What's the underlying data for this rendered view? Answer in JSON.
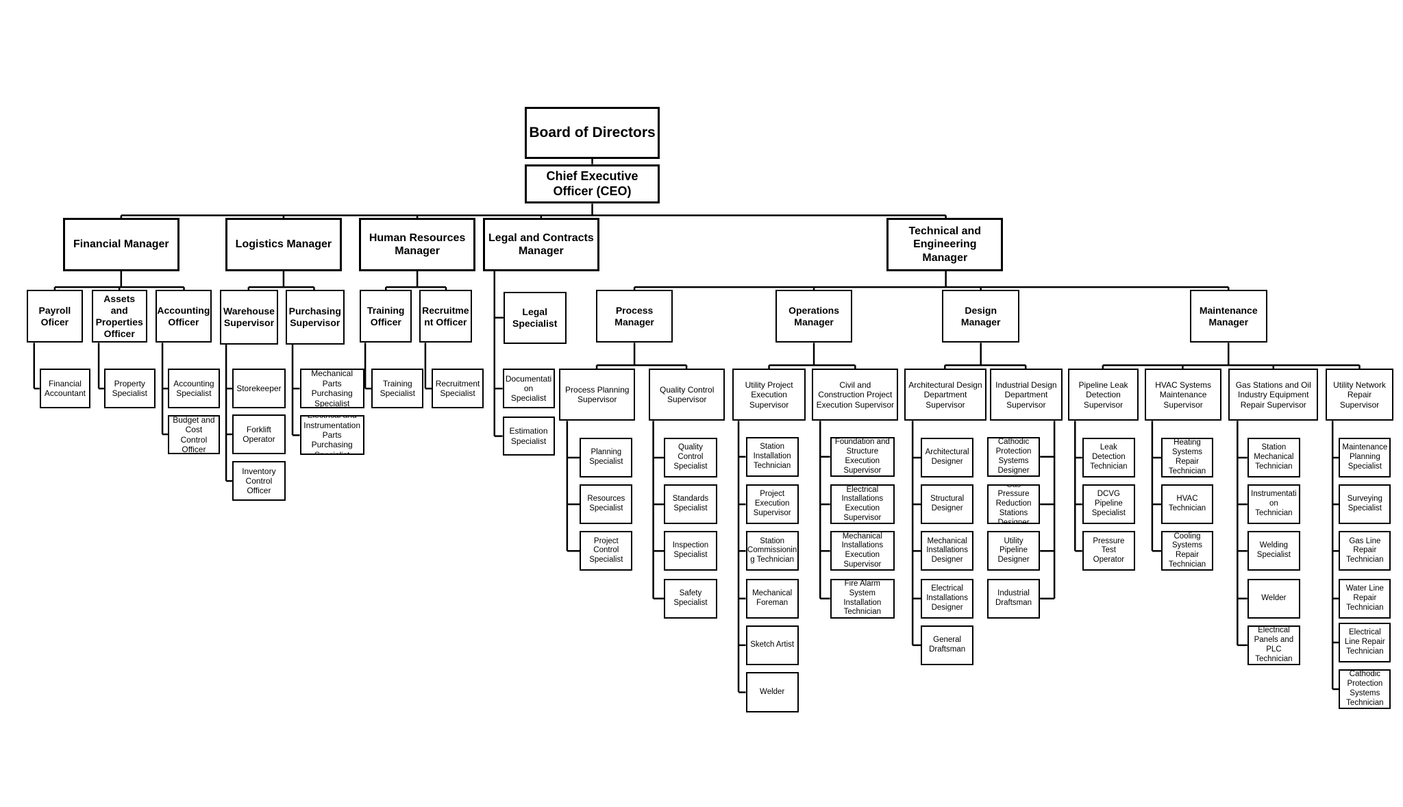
{
  "board": "Board of Directors",
  "ceo": "Chief Executive Officer (CEO)",
  "managers": {
    "financial": "Financial Manager",
    "logistics": "Logistics Manager",
    "hr": "Human Resources Manager",
    "legal": "Legal and Contracts Manager",
    "technical": "Technical and Engineering Manager"
  },
  "financial": {
    "payroll": "Payroll Oficer",
    "assets": "Assets and Properties Officer",
    "accounting": "Accounting Officer",
    "financial_accountant": "Financial Accountant",
    "property_specialist": "Property Specialist",
    "accounting_specialist": "Accounting Specialist",
    "budget_officer": "Budget and Cost Control Officer"
  },
  "logistics": {
    "warehouse": "Warehouse Supervisor",
    "purchasing": "Purchasing Supervisor",
    "storekeeper": "Storekeeper",
    "forklift": "Forklift Operator",
    "inventory": "Inventory Control Officer",
    "mech_parts": "Mechanical Parts Purchasing Specialist",
    "elec_parts": "Electrical and Instrumentation Parts Purchasing Specialist"
  },
  "hr": {
    "training_officer": "Training Officer",
    "recruitment_officer": "Recruitme nt Officer",
    "training_specialist": "Training Specialist",
    "recruitment_specialist": "Recruitment Specialist"
  },
  "legal": {
    "legal_specialist": "Legal Specialist",
    "documentation": "Documentati on Specialist",
    "estimation": "Estimation Specialist"
  },
  "technical": {
    "process_manager": "Process Manager",
    "operations_manager": "Operations Manager",
    "design_manager": "Design Manager",
    "maintenance_manager": "Maintenance Manager"
  },
  "process": {
    "planning_supervisor": "Process Planning Supervisor",
    "qc_supervisor": "Quality Control Supervisor",
    "planning": [
      "Planning Specialist",
      "Resources Specialist",
      "Project Control Specialist"
    ],
    "qc": [
      "Quality Control Specialist",
      "Standards Specialist",
      "Inspection Specialist",
      "Safety Specialist"
    ]
  },
  "operations": {
    "utility_supervisor": "Utility Project Execution Supervisor",
    "civil_supervisor": "Civil and Construction Project Execution Supervisor",
    "utility": [
      "Station Installation Technician",
      "Project Execution Supervisor",
      "Station Commissionin g Technician",
      "Mechanical Foreman",
      "Sketch Artist",
      "Welder"
    ],
    "civil": [
      "Foundation and Structure Execution Supervisor",
      "Electrical Installations Execution Supervisor",
      "Mechanical Installations Execution Supervisor",
      "Fire Alarm System Installation Technician"
    ]
  },
  "design": {
    "arch_supervisor": "Architectural Design Department Supervisor",
    "ind_supervisor": "Industrial Design Department Supervisor",
    "arch": [
      "Architectural Designer",
      "Structural Designer",
      "Mechanical Installations Designer",
      "Electrical Installations Designer",
      "General Draftsman"
    ],
    "ind": [
      "Cathodic Protection Systems Designer",
      "Gas Pressure Reduction Stations Designer",
      "Utility Pipeline Designer",
      "Industrial Draftsman"
    ]
  },
  "maintenance": {
    "pipeline_supervisor": "Pipeline Leak Detection Supervisor",
    "hvac_supervisor": "HVAC Systems Maintenance Supervisor",
    "gas_supervisor": "Gas Stations and Oil Industry Equipment Repair Supervisor",
    "network_supervisor": "Utility Network Repair Supervisor",
    "pipeline": [
      "Leak Detection Technician",
      "DCVG Pipeline Specialist",
      "Pressure Test Operator"
    ],
    "hvac": [
      "Heating Systems Repair Technician",
      "HVAC Technician",
      "Cooling Systems Repair Technician"
    ],
    "gas": [
      "Station Mechanical Technician",
      "Instrumentati on Technician",
      "Welding Specialist",
      "Welder",
      "Electrical Panels and PLC Technician"
    ],
    "network": [
      "Maintenance Planning Specialist",
      "Surveying Specialist",
      "Gas Line Repair Technician",
      "Water Line Repair Technician",
      "Electrical Line Repair Technician",
      "Cathodic Protection Systems Technician"
    ]
  }
}
